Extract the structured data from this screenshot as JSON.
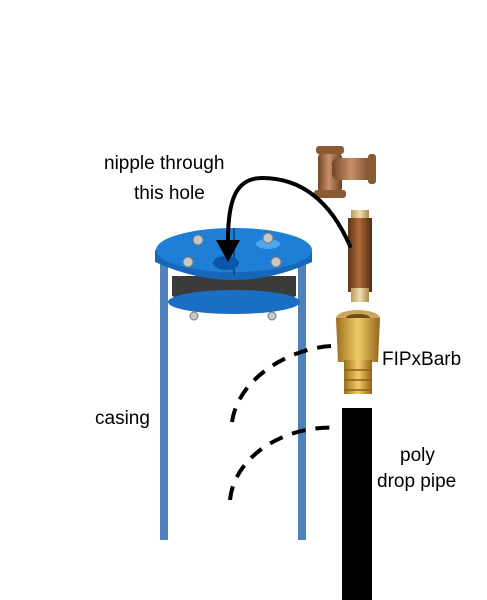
{
  "labels": {
    "nipple_hole_line1": "nipple through",
    "nipple_hole_line2": "this hole",
    "casing": "casing",
    "fip_barb": "FIPxBarb",
    "poly_line1": "poly",
    "poly_line2": "drop pipe"
  },
  "colors": {
    "casing": "#4f81bd",
    "seal_blue": "#1f7fd6",
    "seal_blue_light": "#4da6ee",
    "rubber": "#3a3a3a",
    "bronze": "#a36a3c",
    "brass": "#d4a23a",
    "poly_pipe": "#000000"
  }
}
